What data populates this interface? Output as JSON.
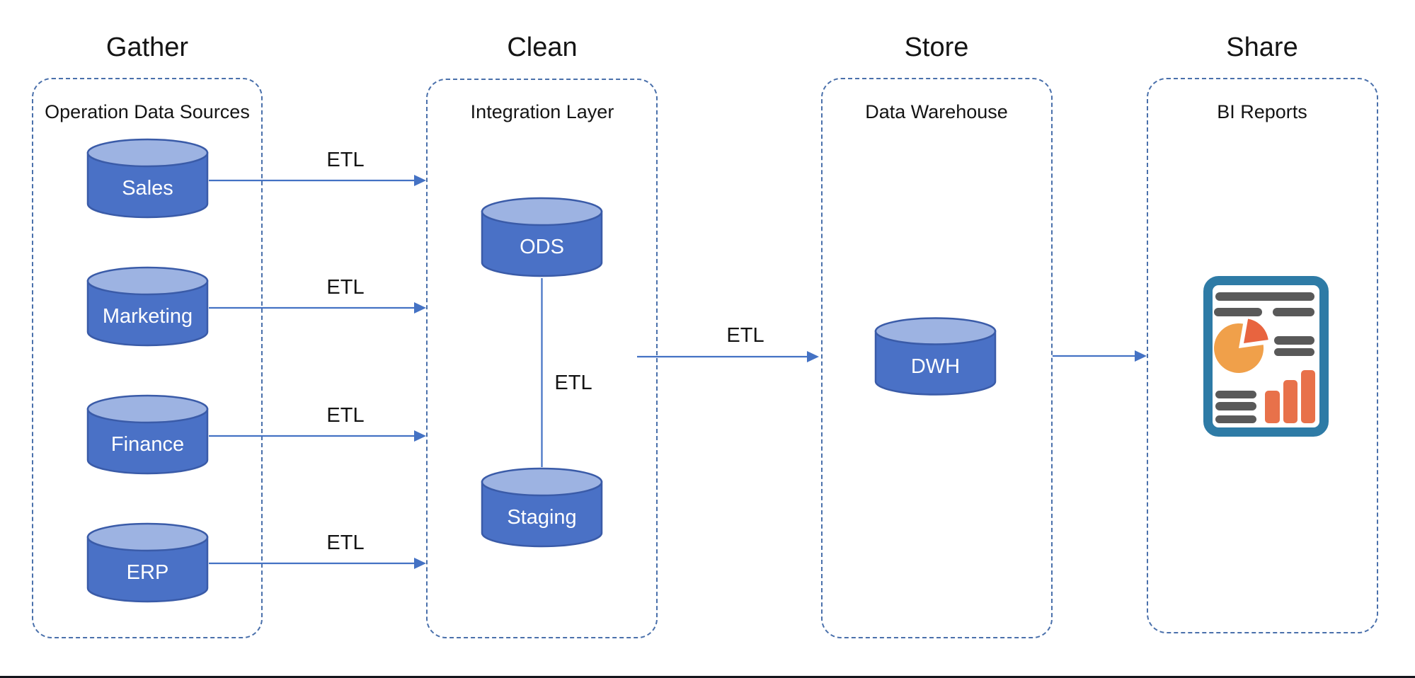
{
  "diagram": {
    "stages": [
      {
        "title": "Gather",
        "container_label": "Operation Data Sources",
        "items": [
          "Sales",
          "Marketing",
          "Finance",
          "ERP"
        ]
      },
      {
        "title": "Clean",
        "container_label": "Integration Layer",
        "items": [
          "ODS",
          "Staging"
        ]
      },
      {
        "title": "Store",
        "container_label": "Data Warehouse",
        "items": [
          "DWH"
        ]
      },
      {
        "title": "Share",
        "container_label": "BI Reports",
        "items": []
      }
    ],
    "connections": [
      {
        "from": "Sales",
        "to": "Integration Layer",
        "label": "ETL"
      },
      {
        "from": "Marketing",
        "to": "Integration Layer",
        "label": "ETL"
      },
      {
        "from": "Finance",
        "to": "Integration Layer",
        "label": "ETL"
      },
      {
        "from": "ERP",
        "to": "Integration Layer",
        "label": "ETL"
      },
      {
        "from": "ODS",
        "to": "Staging",
        "label": "ETL"
      },
      {
        "from": "Integration Layer",
        "to": "Data Warehouse",
        "label": "ETL"
      },
      {
        "from": "Data Warehouse",
        "to": "BI Reports",
        "label": ""
      }
    ],
    "icons": {
      "bi_report": "document-report-with-pie-and-bar-charts"
    },
    "colors": {
      "cylinder_body": "#4a71c6",
      "cylinder_top": "#9db3e2",
      "cylinder_stroke": "#3a5ba8",
      "dashed_border": "#4a70ab",
      "arrow": "#4472c4",
      "title_text": "#141414",
      "cylinder_text": "#ffffff",
      "icon_border": "#2e7ba6",
      "icon_gray": "#595959",
      "icon_pie_orange": "#f0a04a",
      "icon_pie_slice": "#e8643f",
      "icon_bars": "#e8714a",
      "bottom_rule": "#15151c"
    }
  }
}
